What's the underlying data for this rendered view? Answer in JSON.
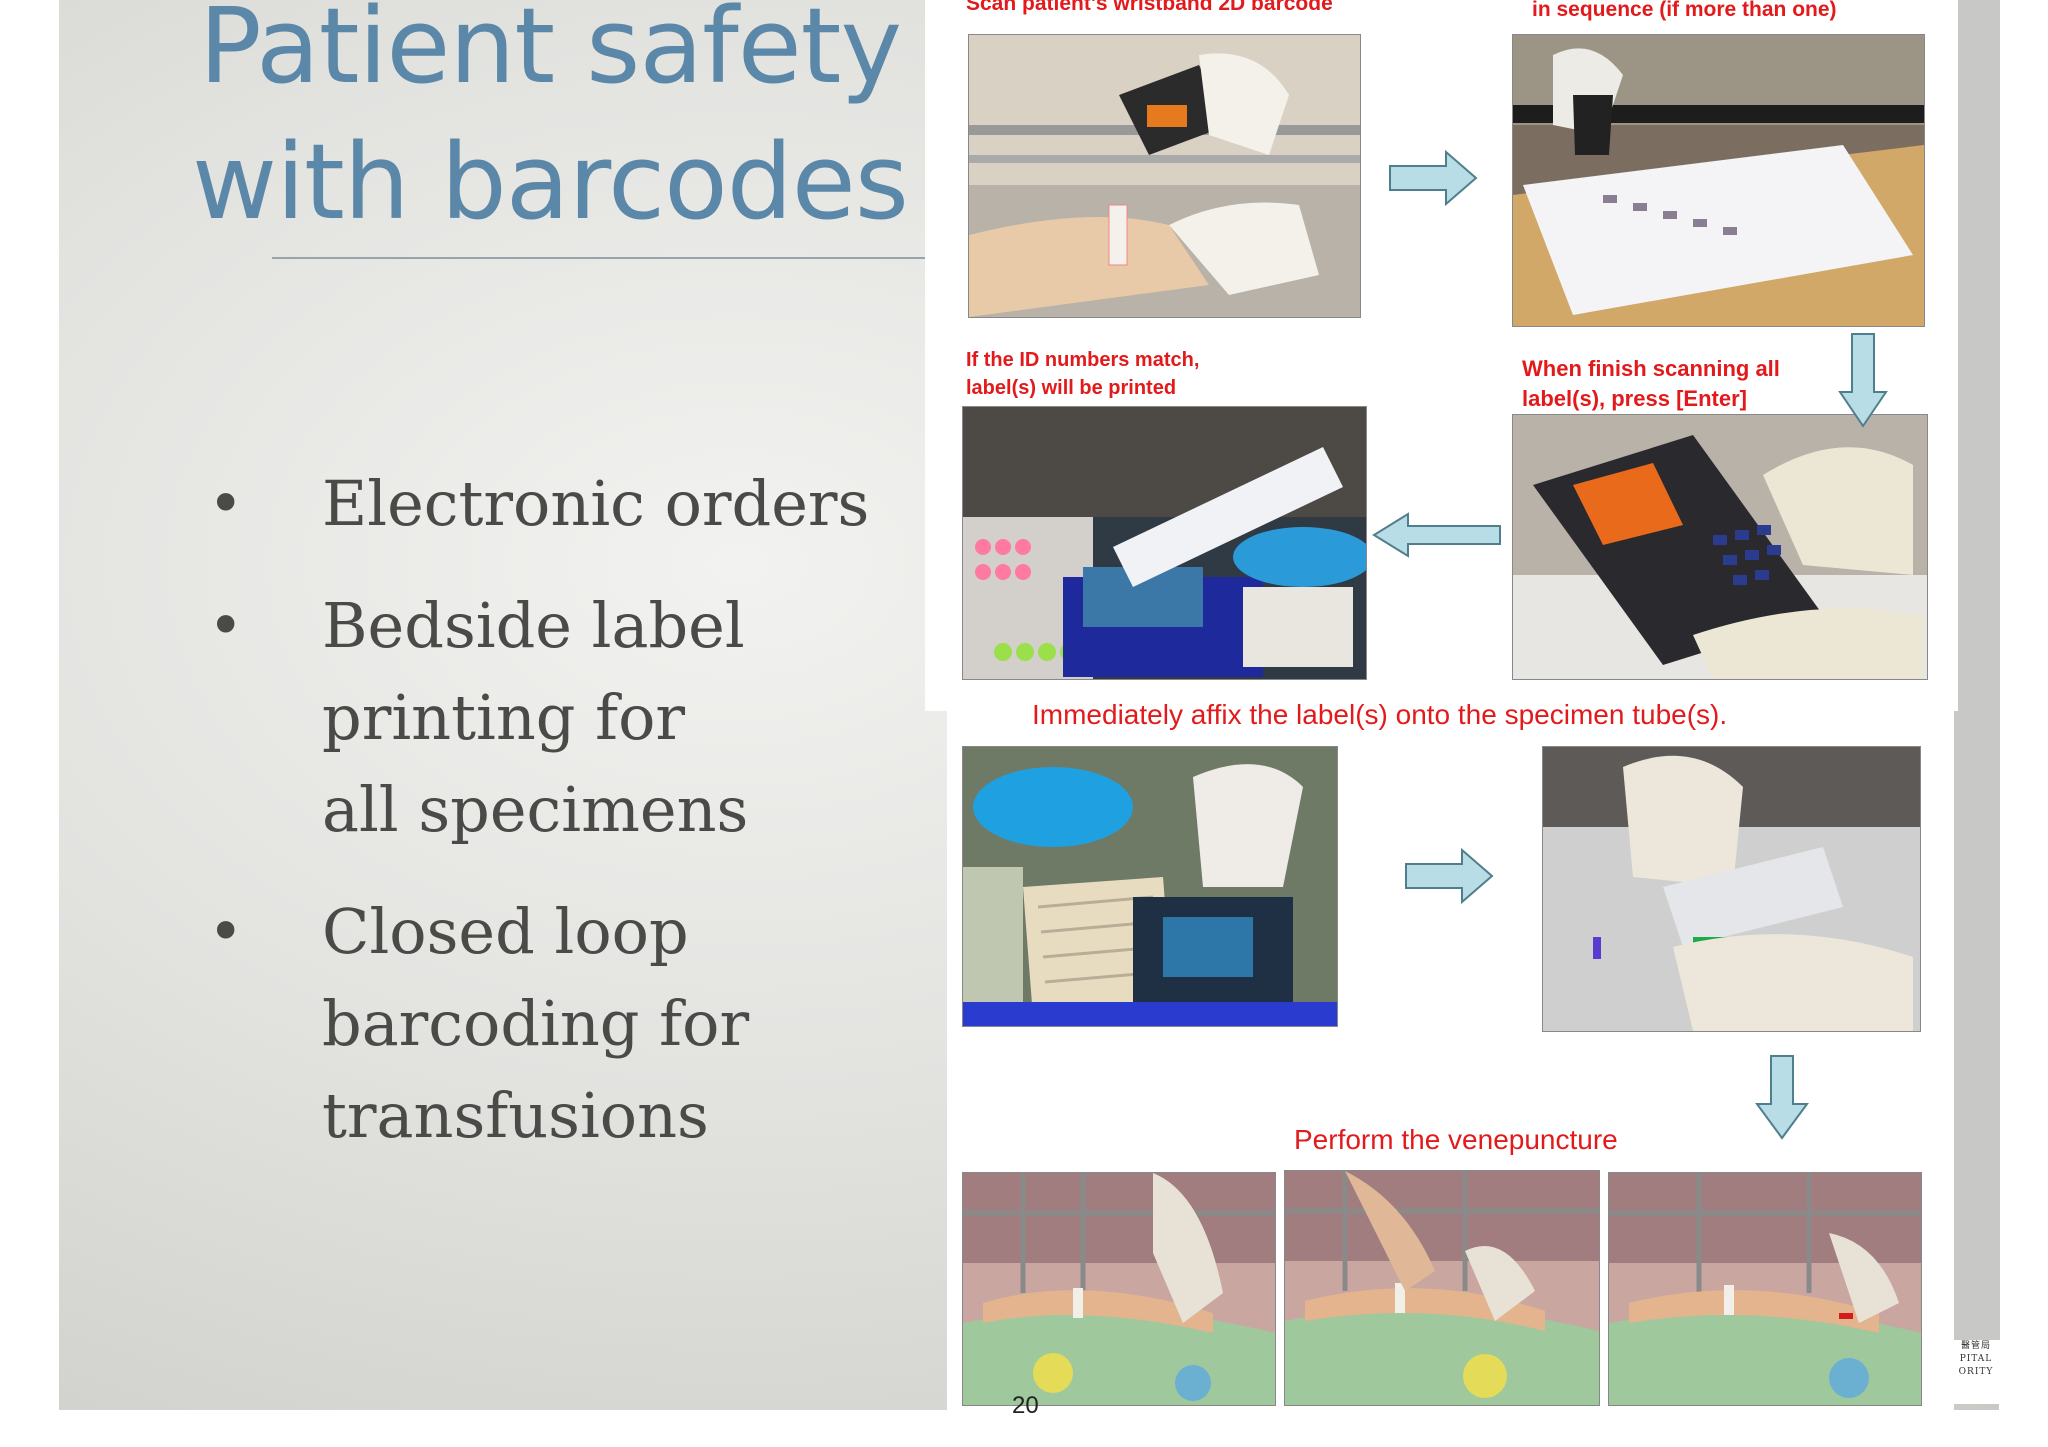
{
  "slide": {
    "title_line1": "Patient safety",
    "title_line2": "with barcodes",
    "bullets": [
      "Electronic orders",
      "Bedside label printing for all specimens",
      "Closed loop barcoding for transfusions"
    ],
    "page_number": "20"
  },
  "poster": {
    "caption_scan": "Scan patient's wristband 2D barcode",
    "caption_sequence": "in sequence (if more than one)",
    "caption_match": "If the ID numbers match, label(s) will be printed",
    "caption_finish": "When finish scanning all label(s), press [Enter]",
    "caption_affix": "Immediately affix the label(s) onto the specimen tube(s).",
    "caption_venepuncture": "Perform the venepuncture"
  },
  "logo": {
    "line1": "醫管局",
    "line2": "PITAL",
    "line3": "ORITY"
  },
  "colors": {
    "title": "#5b87a8",
    "caption_red": "#e31a1c",
    "arrow_fill": "#b9dde6",
    "arrow_stroke": "#4f7f8c"
  }
}
